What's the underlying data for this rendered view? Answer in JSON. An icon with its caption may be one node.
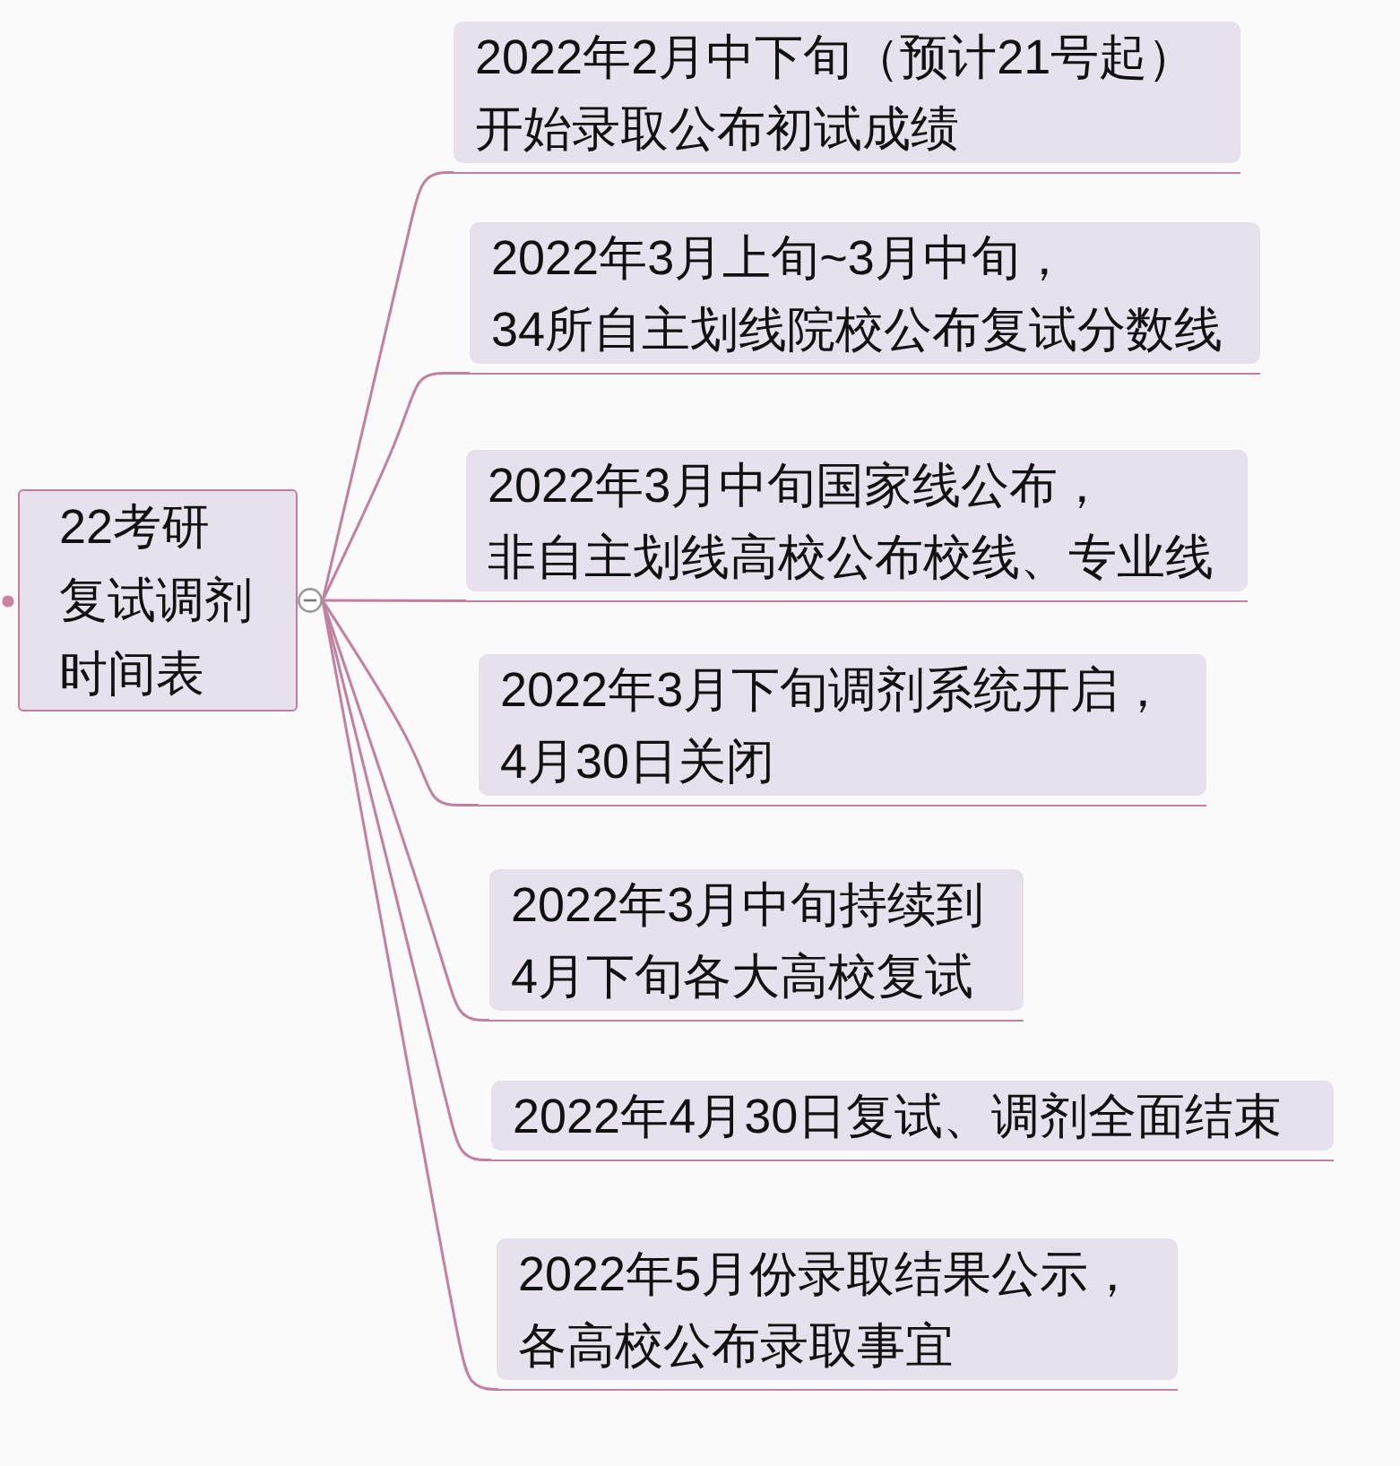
{
  "diagram": {
    "nodes": [
      {
        "text": [
          "22考研复试调剂时间表"
        ]
      },
      {
        "text": [
          "2022年2月中下旬（预计21号起）开始录取公布初试成绩"
        ]
      },
      {
        "text": [
          "2022年3月上旬~3月中旬，34所自主划线院校公布复试分数线"
        ]
      },
      {
        "text": [
          "2022年3月中旬国家线公布，非自主划线高校公布校线、专业线"
        ]
      },
      {
        "text": [
          "2022年3月下旬调剂系统开启，4月30日关闭"
        ]
      },
      {
        "text": [
          "2022年3月中旬持续到4月下旬各大高校复试"
        ]
      },
      {
        "text": [
          "2022年4月30日复试、调剂全面结束"
        ]
      },
      {
        "text": [
          "2022年5月份录取结果公示，各高校公布录取事宜"
        ]
      }
    ],
    "edges": [
      {
        "from": 0,
        "to": 1,
        "arrow": "none"
      },
      {
        "from": 0,
        "to": 2,
        "arrow": "none"
      },
      {
        "from": 0,
        "to": 3,
        "arrow": "none"
      },
      {
        "from": 0,
        "to": 4,
        "arrow": "none"
      },
      {
        "from": 0,
        "to": 5,
        "arrow": "none"
      },
      {
        "from": 0,
        "to": 6,
        "arrow": "none"
      },
      {
        "from": 0,
        "to": 7,
        "arrow": "none"
      }
    ]
  }
}
